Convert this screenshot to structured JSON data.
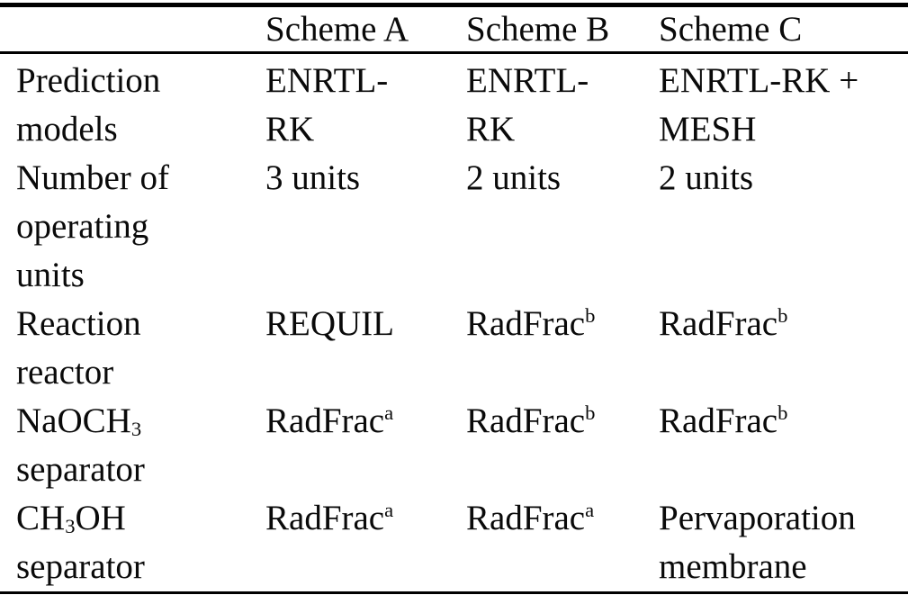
{
  "page": {
    "background_color": "#ffffff",
    "text_color": "#0a0a0a",
    "rule_color": "#000000"
  },
  "table": {
    "header": {
      "corner": "",
      "columns": [
        "Scheme A",
        "Scheme B",
        "Scheme C"
      ]
    },
    "rows": [
      {
        "label": [
          {
            "t": "Prediction\nmodels"
          }
        ],
        "cells": [
          [
            {
              "t": "ENRTL-\nRK"
            }
          ],
          [
            {
              "t": "ENRTL-\nRK"
            }
          ],
          [
            {
              "t": "ENRTL-RK +\nMESH"
            }
          ]
        ]
      },
      {
        "label": [
          {
            "t": "Number of\noperating\nunits"
          }
        ],
        "cells": [
          [
            {
              "t": "3 units"
            }
          ],
          [
            {
              "t": "2 units"
            }
          ],
          [
            {
              "t": "2 units"
            }
          ]
        ]
      },
      {
        "label": [
          {
            "t": "Reaction\nreactor"
          }
        ],
        "cells": [
          [
            {
              "t": "REQUIL"
            }
          ],
          [
            {
              "t": "RadFrac"
            },
            {
              "t": "b",
              "v": "sup"
            }
          ],
          [
            {
              "t": "RadFrac"
            },
            {
              "t": "b",
              "v": "sup"
            }
          ]
        ]
      },
      {
        "label": [
          {
            "t": "NaOCH"
          },
          {
            "t": "3",
            "v": "sub"
          },
          {
            "t": "\nseparator"
          }
        ],
        "cells": [
          [
            {
              "t": "RadFrac"
            },
            {
              "t": "a",
              "v": "sup"
            }
          ],
          [
            {
              "t": "RadFrac"
            },
            {
              "t": "b",
              "v": "sup"
            }
          ],
          [
            {
              "t": "RadFrac"
            },
            {
              "t": "b",
              "v": "sup"
            }
          ]
        ]
      },
      {
        "label": [
          {
            "t": "CH"
          },
          {
            "t": "3",
            "v": "sub"
          },
          {
            "t": "OH\nseparator"
          }
        ],
        "cells": [
          [
            {
              "t": "RadFrac"
            },
            {
              "t": "a",
              "v": "sup"
            }
          ],
          [
            {
              "t": "RadFrac"
            },
            {
              "t": "a",
              "v": "sup"
            }
          ],
          [
            {
              "t": "Pervaporation\nmembrane"
            }
          ]
        ]
      }
    ]
  }
}
